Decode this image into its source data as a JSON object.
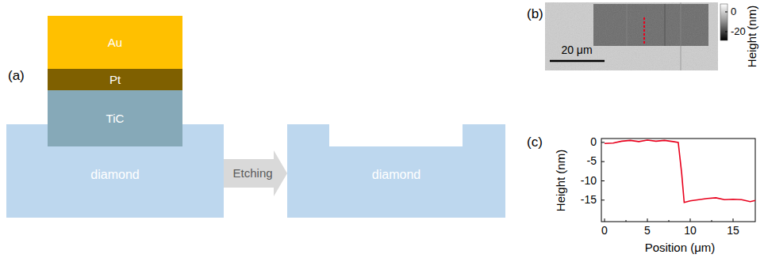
{
  "diagram": {
    "nodes": [
      {
        "text": [
          "Au"
        ]
      },
      {
        "text": [
          "Pt"
        ]
      },
      {
        "text": [
          "TiC"
        ]
      },
      {
        "text": [
          "diamond"
        ]
      },
      {
        "text": [
          "diamond"
        ]
      }
    ],
    "edges": [
      {
        "from": 3,
        "to": 4,
        "arrow": "to",
        "label": "Etching"
      }
    ],
    "labels": [
      "(a)",
      "(b)",
      "20 μm",
      "Height (nm)",
      "0",
      "-20",
      "(c)",
      "Height (nm)",
      "Position (μm)",
      "0",
      "-5",
      "-10",
      "-15",
      "0",
      "5",
      "10",
      "15"
    ]
  }
}
